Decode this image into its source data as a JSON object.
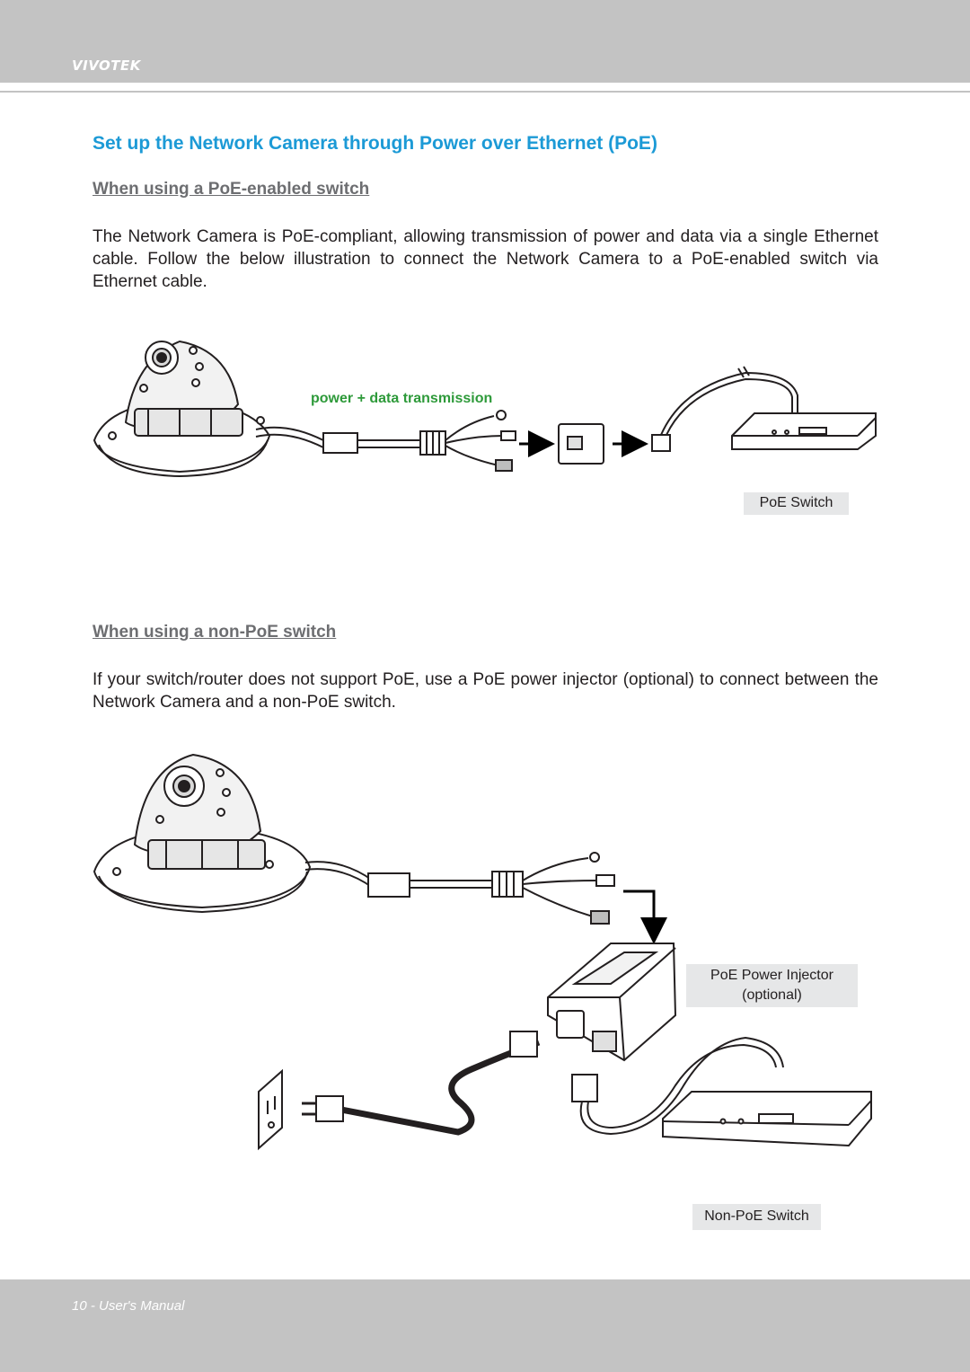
{
  "header": {
    "brand": "VIVOTEK"
  },
  "section": {
    "title": "Set up the Network Camera through Power over Ethernet (PoE)",
    "poe_heading": "When using a PoE-enabled switch",
    "poe_text": "The Network Camera is PoE-compliant, allowing transmission of power and data via a single Ethernet cable. Follow the below illustration to connect the Network Camera to a PoE-enabled switch via Ethernet cable.",
    "nonpoe_heading": "When using a non-PoE switch",
    "nonpoe_text": "If your switch/router does not support PoE, use a PoE power injector (optional) to connect between the Network Camera and a non-PoE switch."
  },
  "diagram1": {
    "transmission_label": "power + data transmission",
    "switch_label": "PoE Switch"
  },
  "diagram2": {
    "injector_label_line1": "PoE Power Injector",
    "injector_label_line2": "(optional)",
    "switch_label": "Non-PoE Switch"
  },
  "footer": {
    "page_label": "10 - User's Manual"
  },
  "colors": {
    "title": "#1c9ad6",
    "heading": "#6d6e71",
    "transmission": "#2e9a3a",
    "bars": "#c3c3c3",
    "caption_bg": "#e6e7e8"
  }
}
